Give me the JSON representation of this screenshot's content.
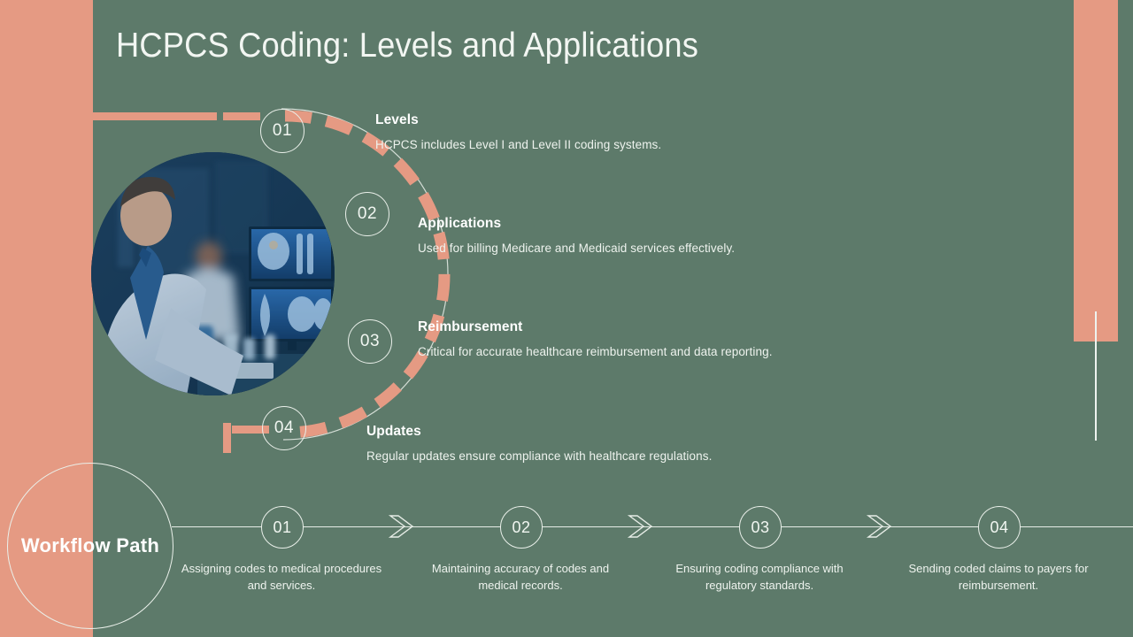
{
  "slide": {
    "title": "HCPCS Coding: Levels and Applications",
    "background_color": "#5d7a6a",
    "accent_color": "#e59a83",
    "text_color": "#f1f6f1"
  },
  "circle_diagram": {
    "photo_alt": "medical-lab-radiology",
    "items": [
      {
        "number": "01",
        "heading": "Levels",
        "body": "HCPCS includes Level I and Level II coding systems."
      },
      {
        "number": "02",
        "heading": "Applications",
        "body": "Used for billing Medicare and Medicaid services effectively."
      },
      {
        "number": "03",
        "heading": "Reimbursement",
        "body": "Critical for accurate healthcare reimbursement and data reporting."
      },
      {
        "number": "04",
        "heading": "Updates",
        "body": "Regular updates ensure compliance with healthcare regulations."
      }
    ]
  },
  "workflow": {
    "label": "Workflow Path",
    "steps": [
      {
        "number": "01",
        "caption": "Assigning codes to medical procedures and services."
      },
      {
        "number": "02",
        "caption": "Maintaining accuracy of codes and medical records."
      },
      {
        "number": "03",
        "caption": "Ensuring coding compliance with regulatory standards."
      },
      {
        "number": "04",
        "caption": "Sending coded claims to payers for reimbursement."
      }
    ]
  }
}
